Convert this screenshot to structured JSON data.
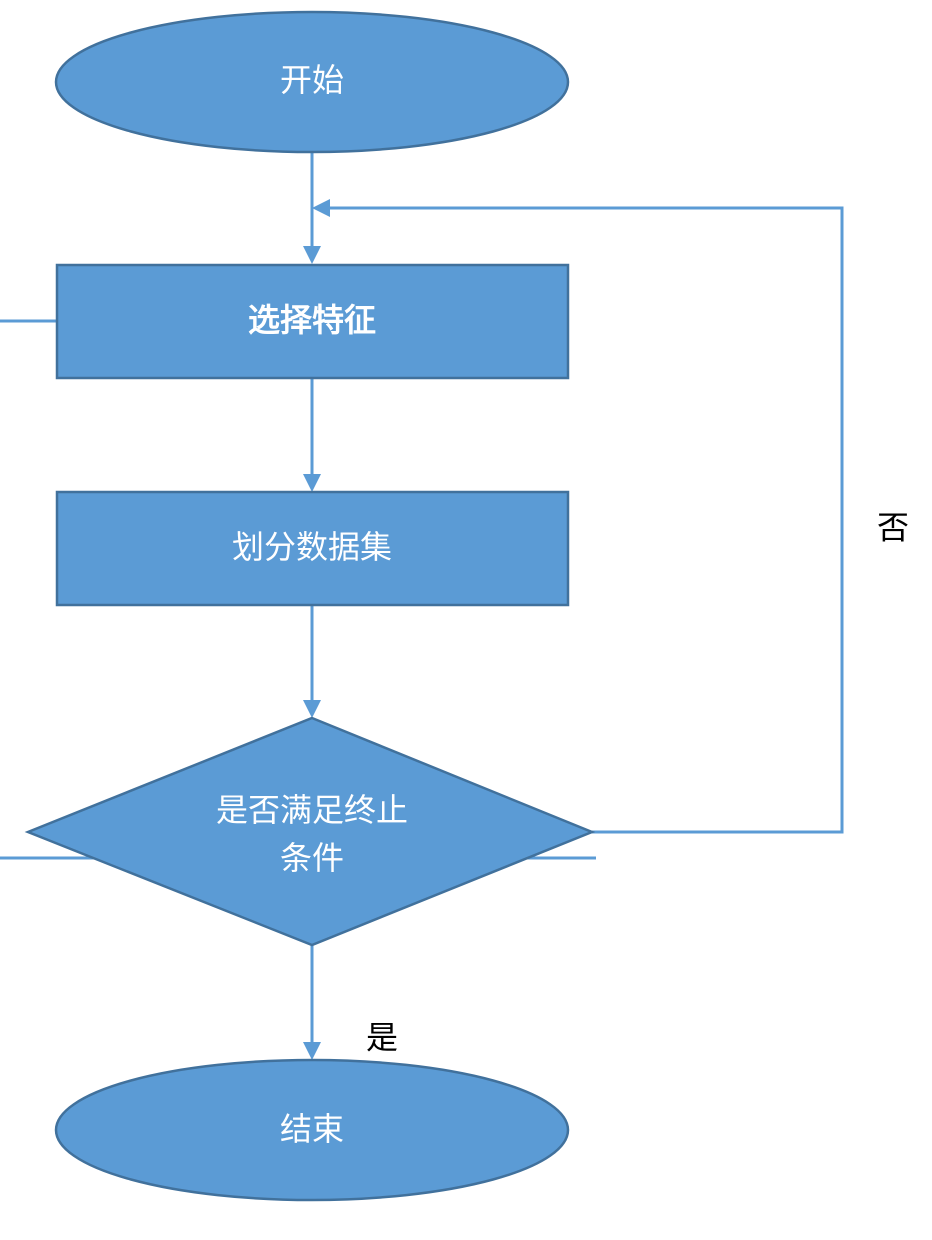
{
  "flowchart": {
    "start": "开始",
    "step_select": "选择特征",
    "step_split": "划分数据集",
    "decision_line1": "是否满足终止",
    "decision_line2": "条件",
    "end": "结束",
    "label_no": "否",
    "label_yes": "是"
  },
  "colors": {
    "fill": "#5b9bd5",
    "stroke": "#41719c"
  }
}
